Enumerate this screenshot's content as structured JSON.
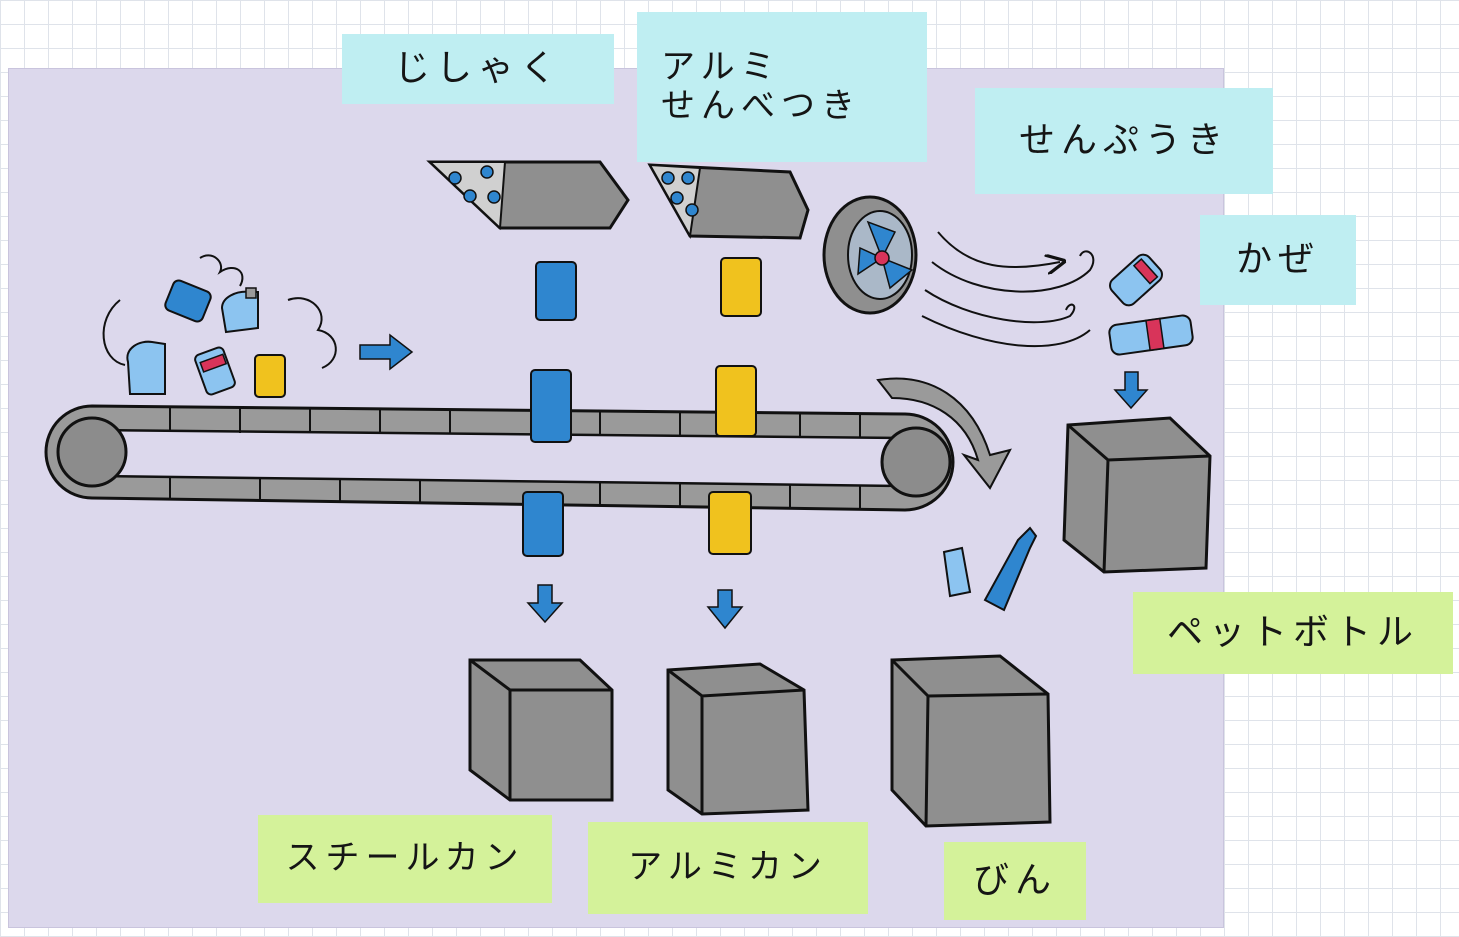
{
  "labels": {
    "magnet": "じしゃく",
    "aluminum_separator_line1": "アルミ",
    "aluminum_separator_line2": "せんべつき",
    "fan": "せんぷうき",
    "wind": "かぜ",
    "pet_bottle": "ペットボトル",
    "steel_can": "スチールカン",
    "aluminum_can": "アルミカン",
    "glass_bottle": "びん"
  },
  "colors": {
    "blue_note": "#bfeef2",
    "green_note": "#d4f29a",
    "paper": "#dcd8ec",
    "gray_crayon": "#8f8f8f",
    "blue_crayon": "#2f86cf",
    "yellow_crayon": "#f0c21e",
    "red_crayon": "#d8345a"
  }
}
